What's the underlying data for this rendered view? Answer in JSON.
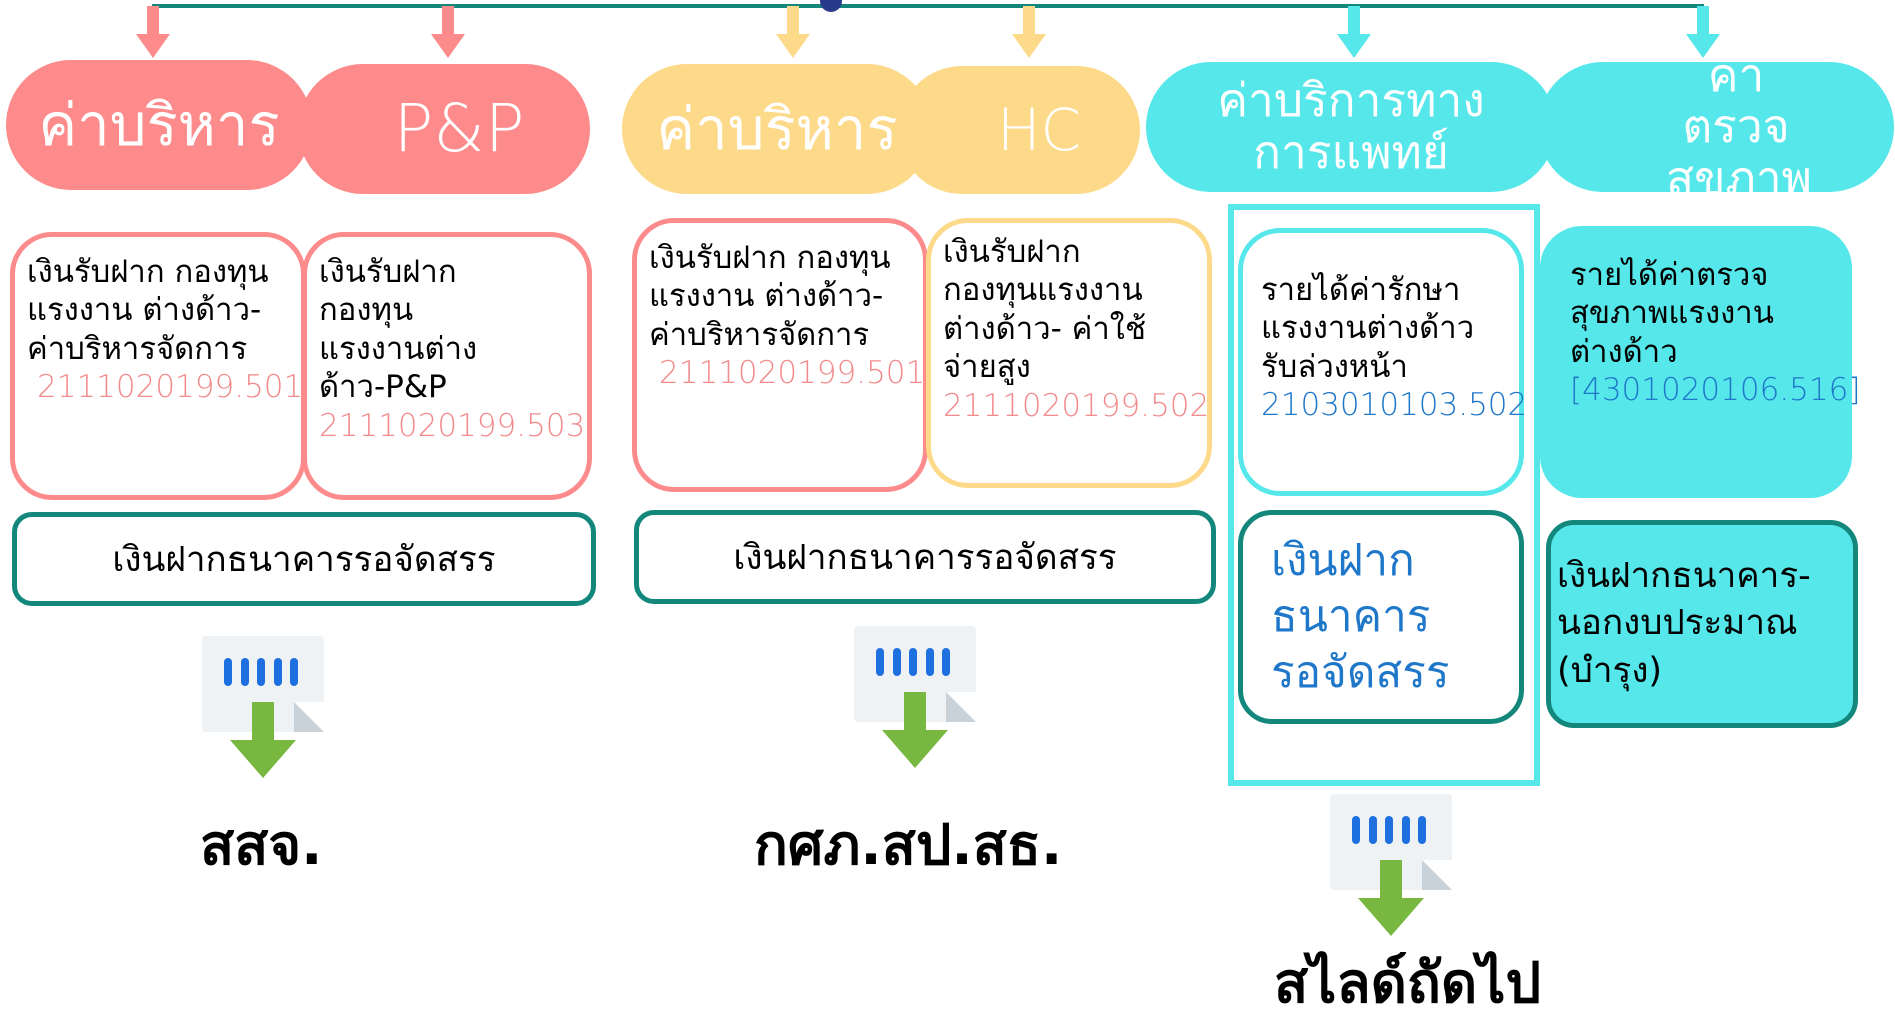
{
  "colors": {
    "red": "#fe8b8c",
    "yellow": "#fdd98a",
    "teal": "#55e7ea",
    "dark_teal": "#13877b",
    "code_red": "#f28a8c",
    "code_blue": "#1f77c9"
  },
  "headers": [
    {
      "label": "ค่าบริหาร"
    },
    {
      "label": "P&P"
    },
    {
      "label": "ค่าบริหาร"
    },
    {
      "label": "HC"
    },
    {
      "label": "ค่าบริการทาง การแพทย์"
    },
    {
      "label": "ค่าตรวจ สุขภาพ"
    }
  ],
  "accounts": [
    {
      "text": "เงินรับฝาก กองทุนแรงงาน ต่างด้าว- ค่าบริหารจัดการ",
      "code": "2111020199.501"
    },
    {
      "text": "เงินรับฝาก กองทุน แรงงานต่าง ด้าว-P&P",
      "code": "2111020199.503"
    },
    {
      "text": "เงินรับฝาก กองทุนแรงงาน ต่างด้าว- ค่าบริหารจัดการ",
      "code": "2111020199.501"
    },
    {
      "text": "เงินรับฝาก กองทุนแรงงาน ต่างด้าว- ค่าใช้จ่ายสูง",
      "code": "2111020199.502"
    },
    {
      "text": "รายได้ค่ารักษา แรงงานต่างด้าว รับล่วงหน้า",
      "code": "2103010103.502"
    },
    {
      "text": "รายได้ค่าตรวจ สุขภาพแรงงาน ต่างด้าว",
      "code": "[4301020106.516]"
    }
  ],
  "banks": [
    {
      "label": "เงินฝากธนาคารรอจัดสรร"
    },
    {
      "label": "เงินฝากธนาคารรอจัดสรร"
    },
    {
      "label": "เงินฝาก ธนาคาร รอจัดสรร"
    },
    {
      "label": "เงินฝากธนาคาร- นอกงบประมาณ (บำรุง)"
    }
  ],
  "icons": [
    "download-document-icon",
    "download-document-icon",
    "download-document-icon"
  ],
  "captions": [
    {
      "label": "สสจ."
    },
    {
      "label": "กศภ.สป.สธ."
    },
    {
      "label": "สไลด์ถัดไป"
    }
  ]
}
